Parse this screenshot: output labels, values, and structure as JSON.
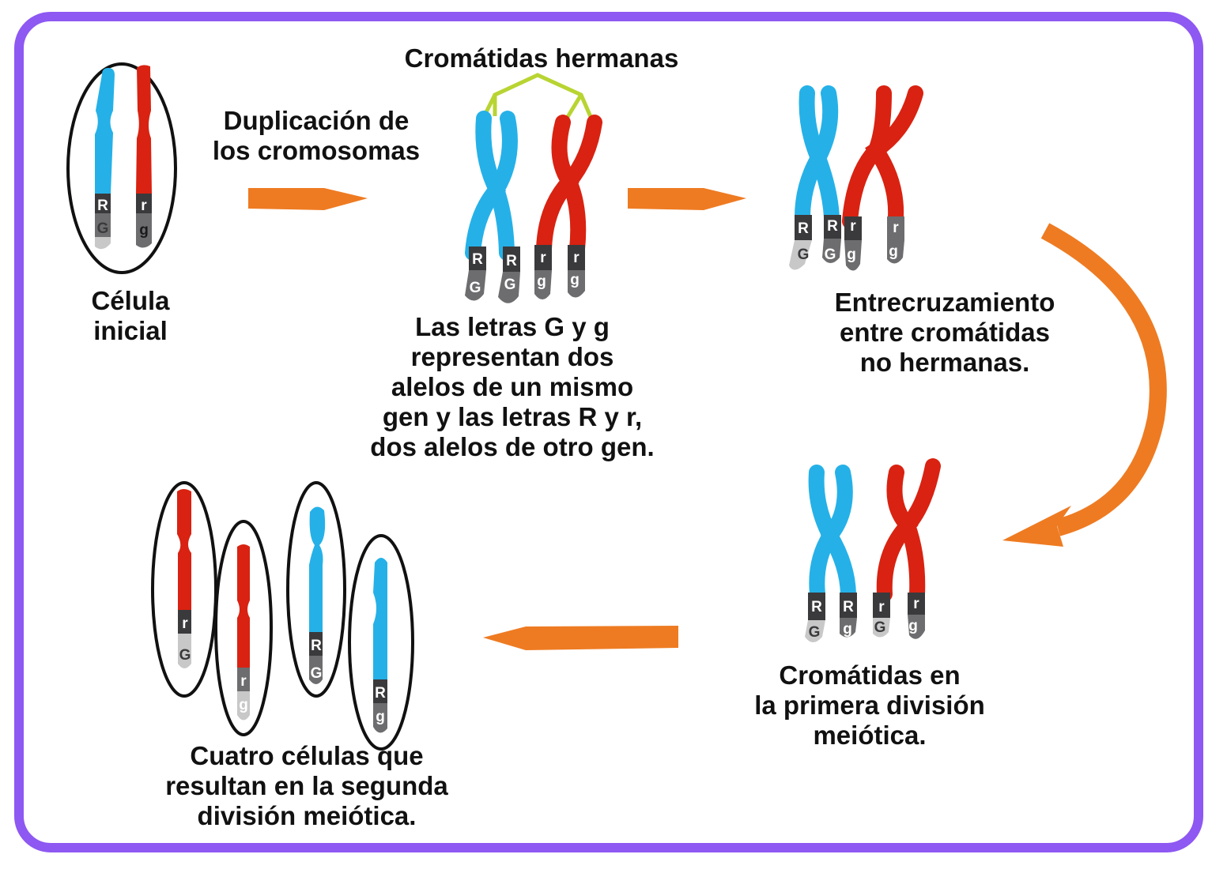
{
  "colors": {
    "frame": "#8e58f2",
    "paternal_chromosome": "#25b1e8",
    "maternal_chromosome": "#d92211",
    "arrow": "#ee7b22",
    "sister_bracket": "#b8d432",
    "band_dark": "#3a3a3c",
    "band_mid": "#6d6d6f",
    "band_light": "#c8c8c8"
  },
  "labels": {
    "initial_cell": "Célula\ninicial",
    "duplication": "Duplicación de\nlos cromosomas",
    "sister_chromatids": "Cromátidas hermanas",
    "alleles_note": "Las letras G y g\nrepresentan dos\nalelos de un mismo\ngen y las letras R y r,\ndos alelos de otro gen.",
    "crossing_over": "Entrecruzamiento\nentre cromátidas\nno hermanas.",
    "first_division": "Cromátidas en\nla primera división\nmeiótica.",
    "four_cells": "Cuatro células que\nresultan en la segunda\ndivisión meiótica."
  },
  "alleles": {
    "R_upper": "R",
    "r_lower": "r",
    "G_upper": "G",
    "g_lower": "g"
  },
  "icons": [
    "arrow-right-icon",
    "arrow-right-icon",
    "curved-arrow-icon",
    "arrow-left-icon"
  ]
}
